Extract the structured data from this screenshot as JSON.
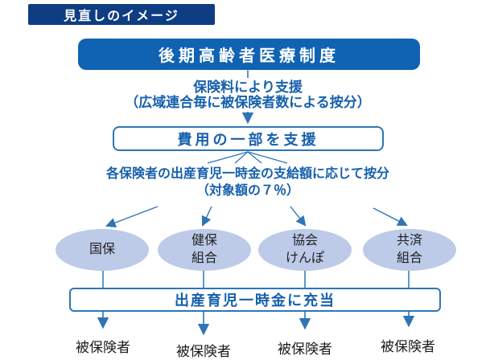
{
  "badge": {
    "label": "見直しのイメージ"
  },
  "header": {
    "title": "後期高齢者医療制度"
  },
  "flow": {
    "support_line1": "保険料により支援",
    "support_line2": "（広域連合毎に被保険者数による按分）",
    "partial_support_box": "費用の一部を支援",
    "allocation_line1": "各保険者の出産育児一時金の支給額に応じて按分",
    "allocation_line2": "（対象額の７％）",
    "appropriation_box": "出産育児一時金に充当"
  },
  "insurers": [
    {
      "label": "国保"
    },
    {
      "label": "健保\n組合"
    },
    {
      "label": "協会\nけんぽ"
    },
    {
      "label": "共済\n組合"
    }
  ],
  "beneficiaries": [
    {
      "label": "被保険者"
    },
    {
      "label": "被保険者"
    },
    {
      "label": "被保険者"
    },
    {
      "label": "被保険者"
    }
  ],
  "colors": {
    "badge_bg": "#0e3d83",
    "header_bg": "#1062b2",
    "text_blue": "#1660ac",
    "line_blue": "#2e75b6",
    "ellipse_fill": "#bdcbe9",
    "dark_text": "#1a1a1a"
  }
}
